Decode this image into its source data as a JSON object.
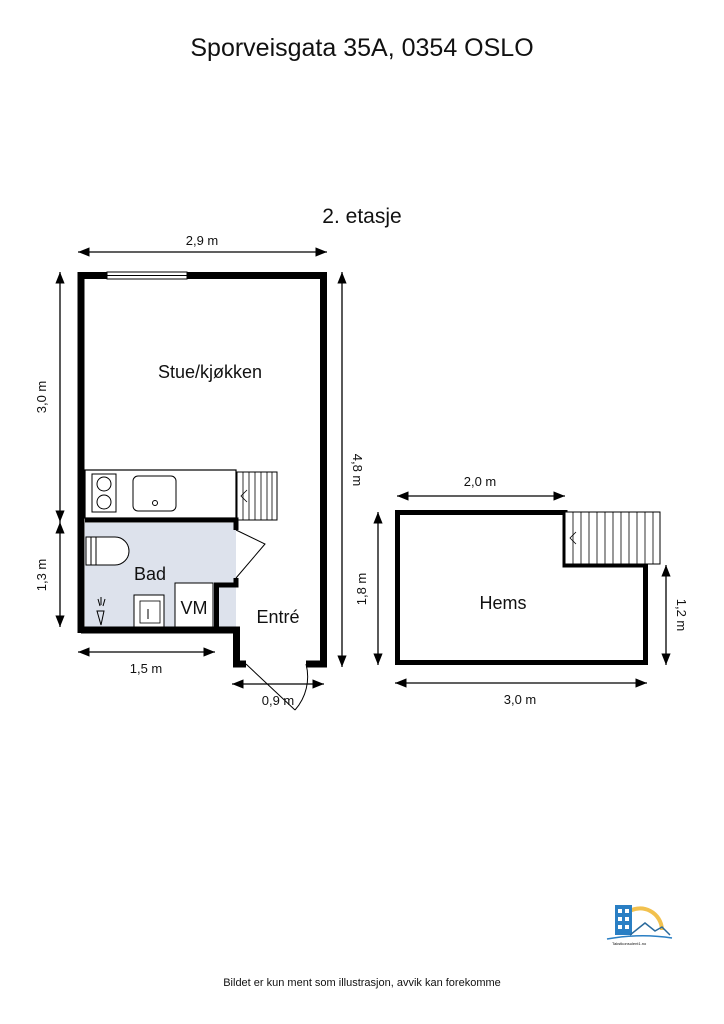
{
  "title": "Sporveisgata 35A, 0354 OSLO",
  "floor": "2. etasje",
  "rooms": {
    "living": "Stue/kjøkken",
    "bath": "Bad",
    "laundry": "VM",
    "entry": "Entré",
    "loft": "Hems"
  },
  "dimensions": {
    "width_top": "2,9 m",
    "left_upper": "3,0 m",
    "left_lower": "1,3 m",
    "bath_width": "1,5 m",
    "door_width": "0,9 m",
    "total_height": "4,8 m",
    "loft_top": "2,0 m",
    "loft_height": "1,8 m",
    "loft_right": "1,2 m",
    "loft_bottom": "3,0 m"
  },
  "logo": {
    "text": "Takstkonsulent1.no"
  },
  "footer": "Bildet er kun ment som illustrasjon, avvik kan forekomme",
  "colors": {
    "bath_fill": "#dde2ec",
    "wall": "#000000",
    "logo_blue": "#2a7fc4",
    "logo_sun": "#f2c14e"
  }
}
